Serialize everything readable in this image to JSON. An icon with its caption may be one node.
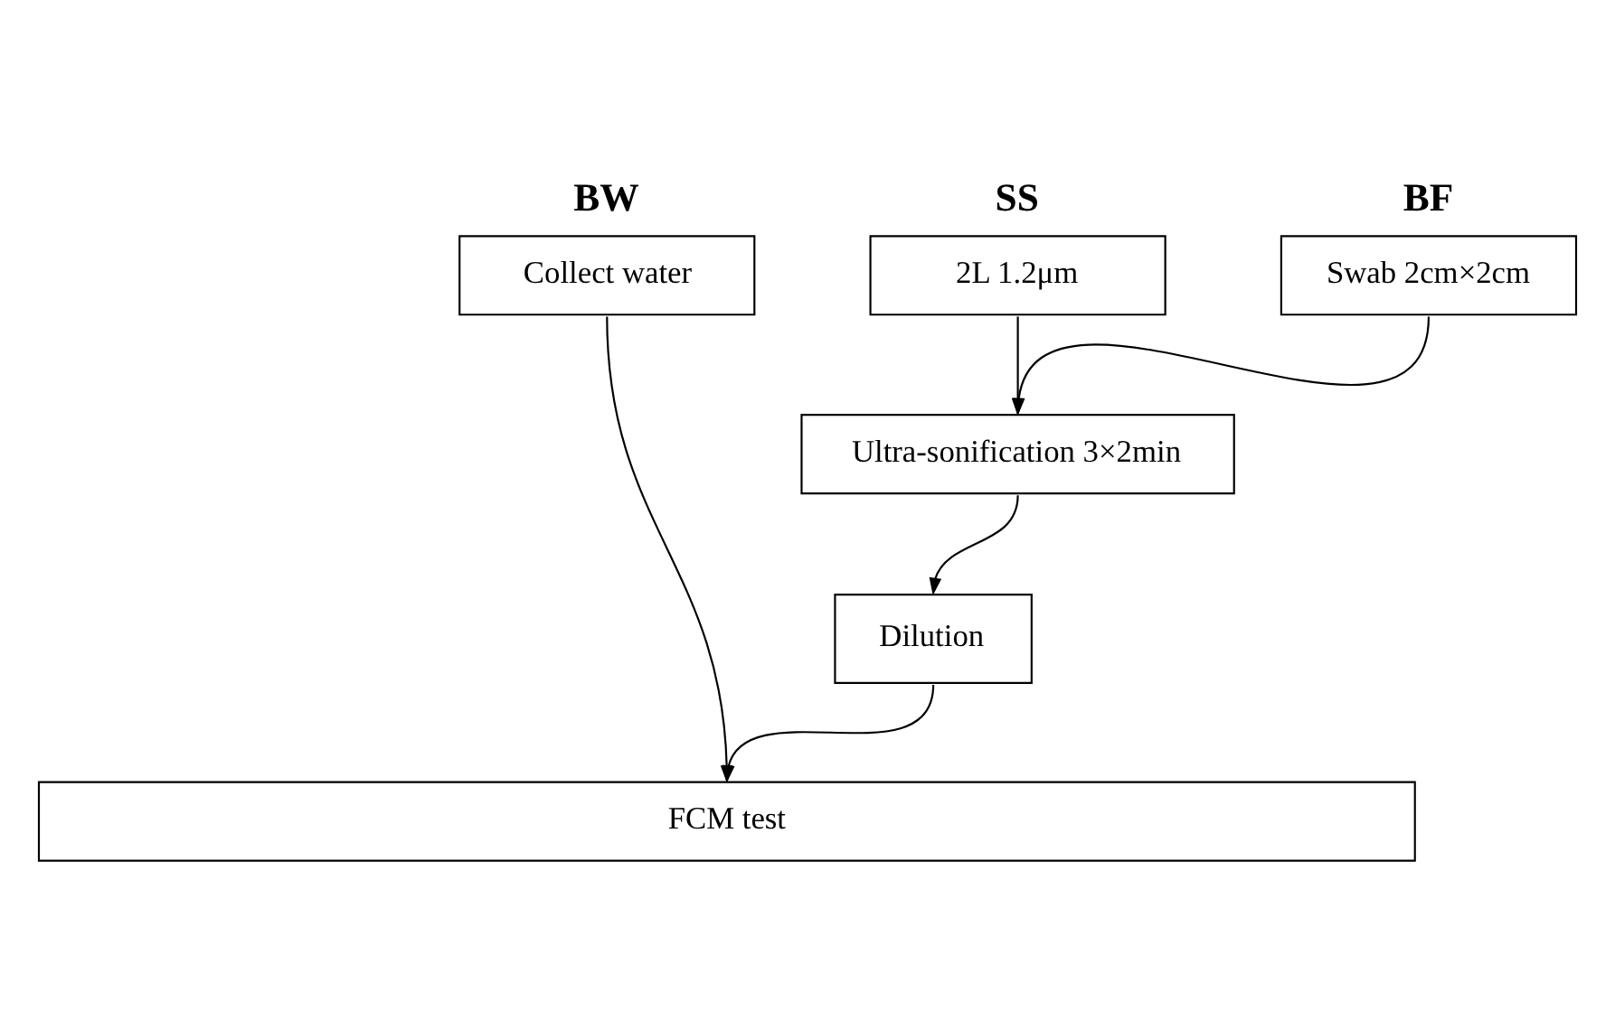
{
  "diagram": {
    "nodes": [
      {
        "text": [
          "BW",
          "Collect water"
        ]
      },
      {
        "text": [
          "SS",
          "2L 1.2μm"
        ]
      },
      {
        "text": [
          "BF",
          "Swab 2cm×2cm"
        ]
      },
      {
        "text": [
          "Ultra-sonification 3×2min"
        ]
      },
      {
        "text": [
          "Dilution"
        ]
      },
      {
        "text": [
          "FCM test"
        ]
      }
    ],
    "edges": [
      {
        "from": 0,
        "to": 5,
        "arrow": "to"
      },
      {
        "from": 1,
        "to": 3,
        "arrow": "to"
      },
      {
        "from": 2,
        "to": 3,
        "arrow": "to"
      },
      {
        "from": 3,
        "to": 4,
        "arrow": "to"
      },
      {
        "from": 4,
        "to": 5,
        "arrow": "to"
      }
    ]
  }
}
